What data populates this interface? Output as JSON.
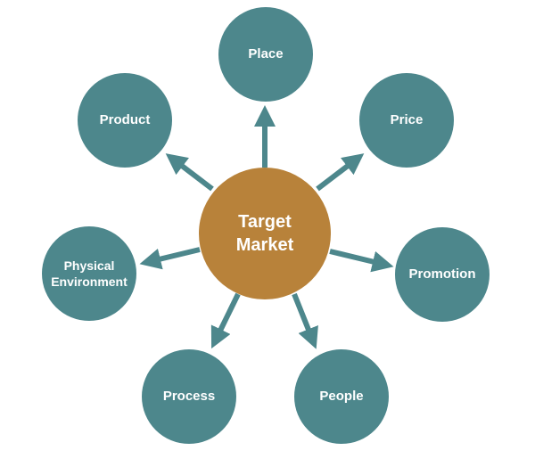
{
  "center": {
    "label_line1": "Target",
    "label_line2": "Market"
  },
  "nodes": {
    "place": "Place",
    "product": "Product",
    "price": "Price",
    "physical_line1": "Physical",
    "physical_line2": "Environment",
    "promotion": "Promotion",
    "process": "Process",
    "people": "People"
  },
  "colors": {
    "teal": "#4d878c",
    "center": "#b8823a"
  }
}
